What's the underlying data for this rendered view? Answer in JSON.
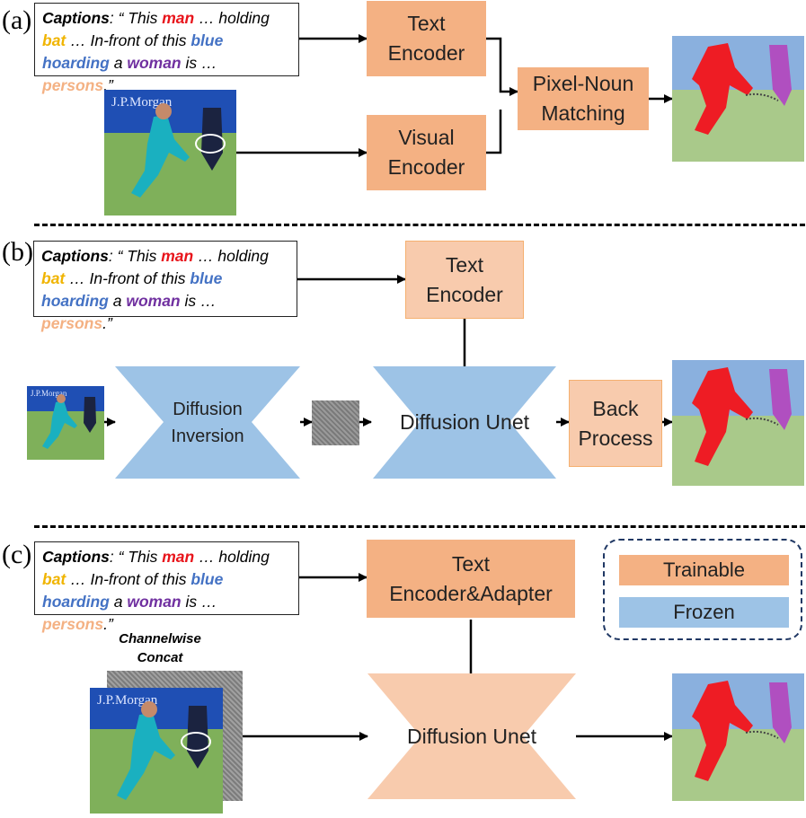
{
  "panels": {
    "a": "(a)",
    "b": "(b)",
    "c": "(c)"
  },
  "caption": {
    "label": "Captions",
    "p1": ": “ This ",
    "man": "man",
    "p2": " … holding",
    "bat": "bat",
    "p3": " … In-front of this ",
    "blue": "blue",
    "hoarding": "hoarding",
    "p4": " a ",
    "woman": "woman",
    "p5": " is … ",
    "persons": "persons",
    "p6": ".”"
  },
  "image_text": {
    "banner": "J.P.Morgan"
  },
  "blocks": {
    "a_text_encoder": "Text\nEncoder",
    "a_visual_encoder": "Visual\nEncoder",
    "a_pixel_noun": "Pixel-Noun\nMatching",
    "b_text_encoder": "Text\nEncoder",
    "b_diffusion_inversion": "Diffusion\nInversion",
    "b_diffusion_unet": "Diffusion Unet",
    "b_back_process": "Back\nProcess",
    "c_text_encoder": "Text\nEncoder&Adapter",
    "c_diffusion_unet": "Diffusion Unet",
    "c_concat": "Channelwise\nConcat"
  },
  "legend": {
    "trainable": "Trainable",
    "frozen": "Frozen"
  },
  "colors": {
    "trainable": "#f4b183",
    "trainable_light": "#f8cbad",
    "frozen": "#9dc3e6",
    "man": "#e8141b",
    "bat": "#f0b400",
    "blue_hoarding": "#4472c4",
    "woman": "#7030a0",
    "persons": "#f4b183"
  }
}
